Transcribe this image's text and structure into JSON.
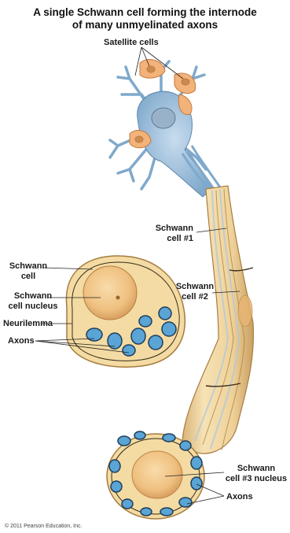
{
  "title_line1": "A single Schwann cell forming the internode",
  "title_line2": "of many unmyelinated axons",
  "labels": {
    "satellite": "Satellite cells",
    "schwann1_a": "Schwann",
    "schwann1_b": "cell #1",
    "schwann2_a": "Schwann",
    "schwann2_b": "cell #2",
    "schwann_cell_a": "Schwann",
    "schwann_cell_b": "cell",
    "nucleus_a": "Schwann",
    "nucleus_b": "cell nucleus",
    "neurilemma": "Neurilemma",
    "axons_left": "Axons",
    "schwann3_a": "Schwann",
    "schwann3_b": "cell #3 nucleus",
    "axons_right": "Axons"
  },
  "copyright": "© 2011 Pearson Education, Inc.",
  "colors": {
    "neuron_blue": "#8fb8d8",
    "satellite_orange": "#f2b27a",
    "schwann_tan": "#f1d9a0",
    "sheath_edge": "#b88d4a",
    "axon_blue": "#5aa4d6",
    "nucleus_fill": "#f4c78a"
  }
}
